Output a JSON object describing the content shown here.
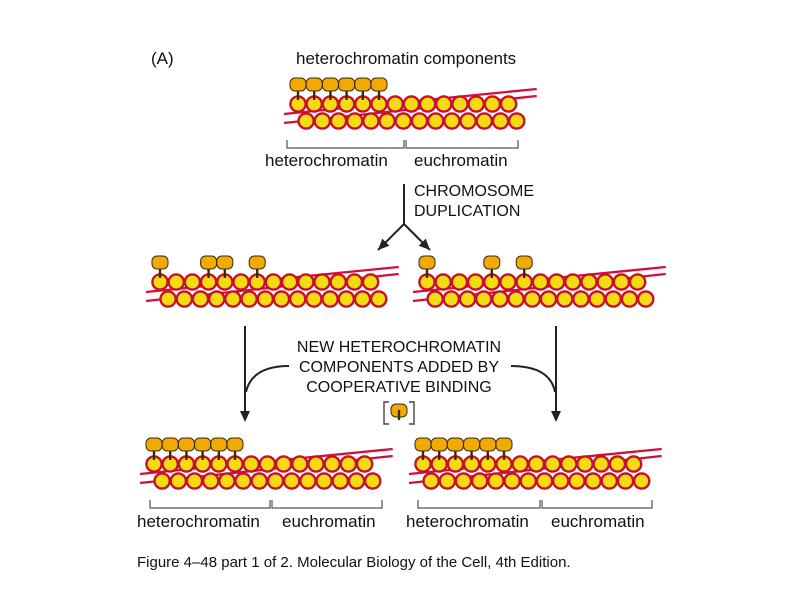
{
  "panel_label": "(A)",
  "components_label": "heterochromatin components",
  "region_labels": {
    "heterochromatin": "heterochromatin",
    "euchromatin": "euchromatin"
  },
  "step1": [
    "CHROMOSOME",
    "DUPLICATION"
  ],
  "step2": [
    "NEW HETEROCHROMATIN",
    "COMPONENTS ADDED BY",
    "COOPERATIVE BINDING"
  ],
  "caption": "Figure 4–48 part 1 of 2. Molecular Biology of the Cell, 4th Edition.",
  "colors": {
    "nucleosome_fill": "#f5dc12",
    "nucleosome_edge": "#c8102e",
    "dna": "#d0103a",
    "protein_fill": "#f2a900",
    "protein_edge": "#3a2a10",
    "arrow": "#222222"
  }
}
